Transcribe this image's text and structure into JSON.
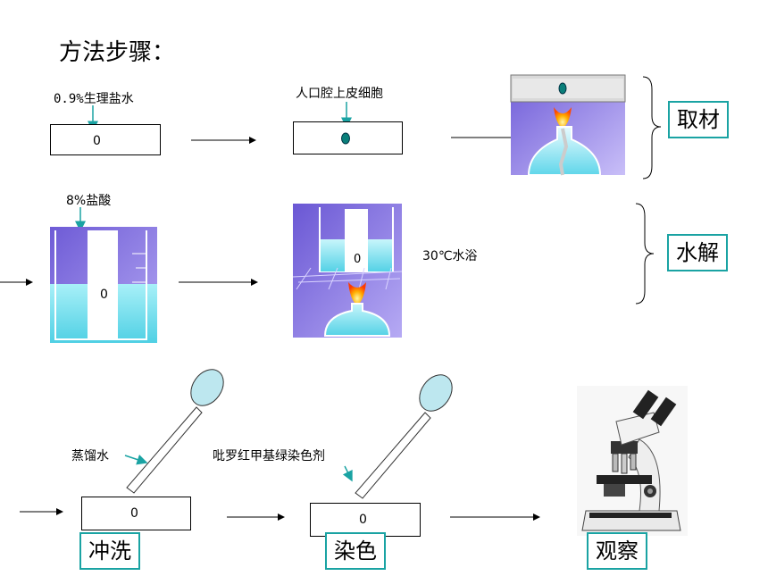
{
  "title": "方法步骤：",
  "row1": {
    "saline_label": "0.9%生理盐水",
    "cells_label": "人口腔上皮细胞",
    "slide_mark": "0",
    "step": "取材"
  },
  "row2": {
    "acid_label": "8%盐酸",
    "bath_label": "30℃水浴",
    "slide_mark": "0",
    "step": "水解"
  },
  "row3": {
    "water_label": "蒸馏水",
    "stain_label": "吡罗红甲基绿染色剂",
    "slide_mark": "0",
    "steps": [
      "冲洗",
      "染色",
      "观察"
    ]
  },
  "colors": {
    "accent": "#1aa3a3",
    "cell": "#0a7f7a",
    "purple": "#8a78f0",
    "water": "#7fe4f0"
  }
}
